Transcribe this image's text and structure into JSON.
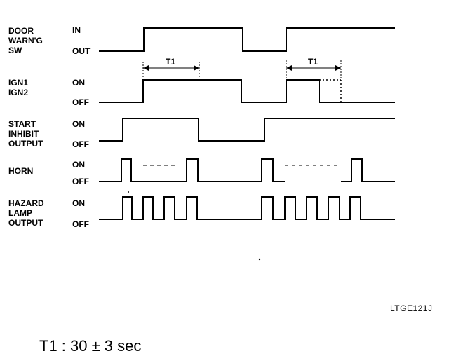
{
  "signals": [
    {
      "id": "door",
      "name_lines": [
        "DOOR",
        "WARN'G",
        "SW"
      ],
      "high_label": "IN",
      "low_label": "OUT"
    },
    {
      "id": "ign",
      "name_lines": [
        "IGN1",
        "IGN2"
      ],
      "high_label": "ON",
      "low_label": "OFF"
    },
    {
      "id": "start",
      "name_lines": [
        "START",
        "INHIBIT",
        "OUTPUT"
      ],
      "high_label": "ON",
      "low_label": "OFF"
    },
    {
      "id": "horn",
      "name_lines": [
        "HORN"
      ],
      "high_label": "ON",
      "low_label": "OFF"
    },
    {
      "id": "hazard",
      "name_lines": [
        "HAZARD",
        "LAMP",
        "OUTPUT"
      ],
      "high_label": "ON",
      "low_label": "OFF"
    }
  ],
  "interval_labels": [
    "T1",
    "T1"
  ],
  "code": "LTGE121J",
  "footnote": "T1 : 30 ± 3 sec"
}
